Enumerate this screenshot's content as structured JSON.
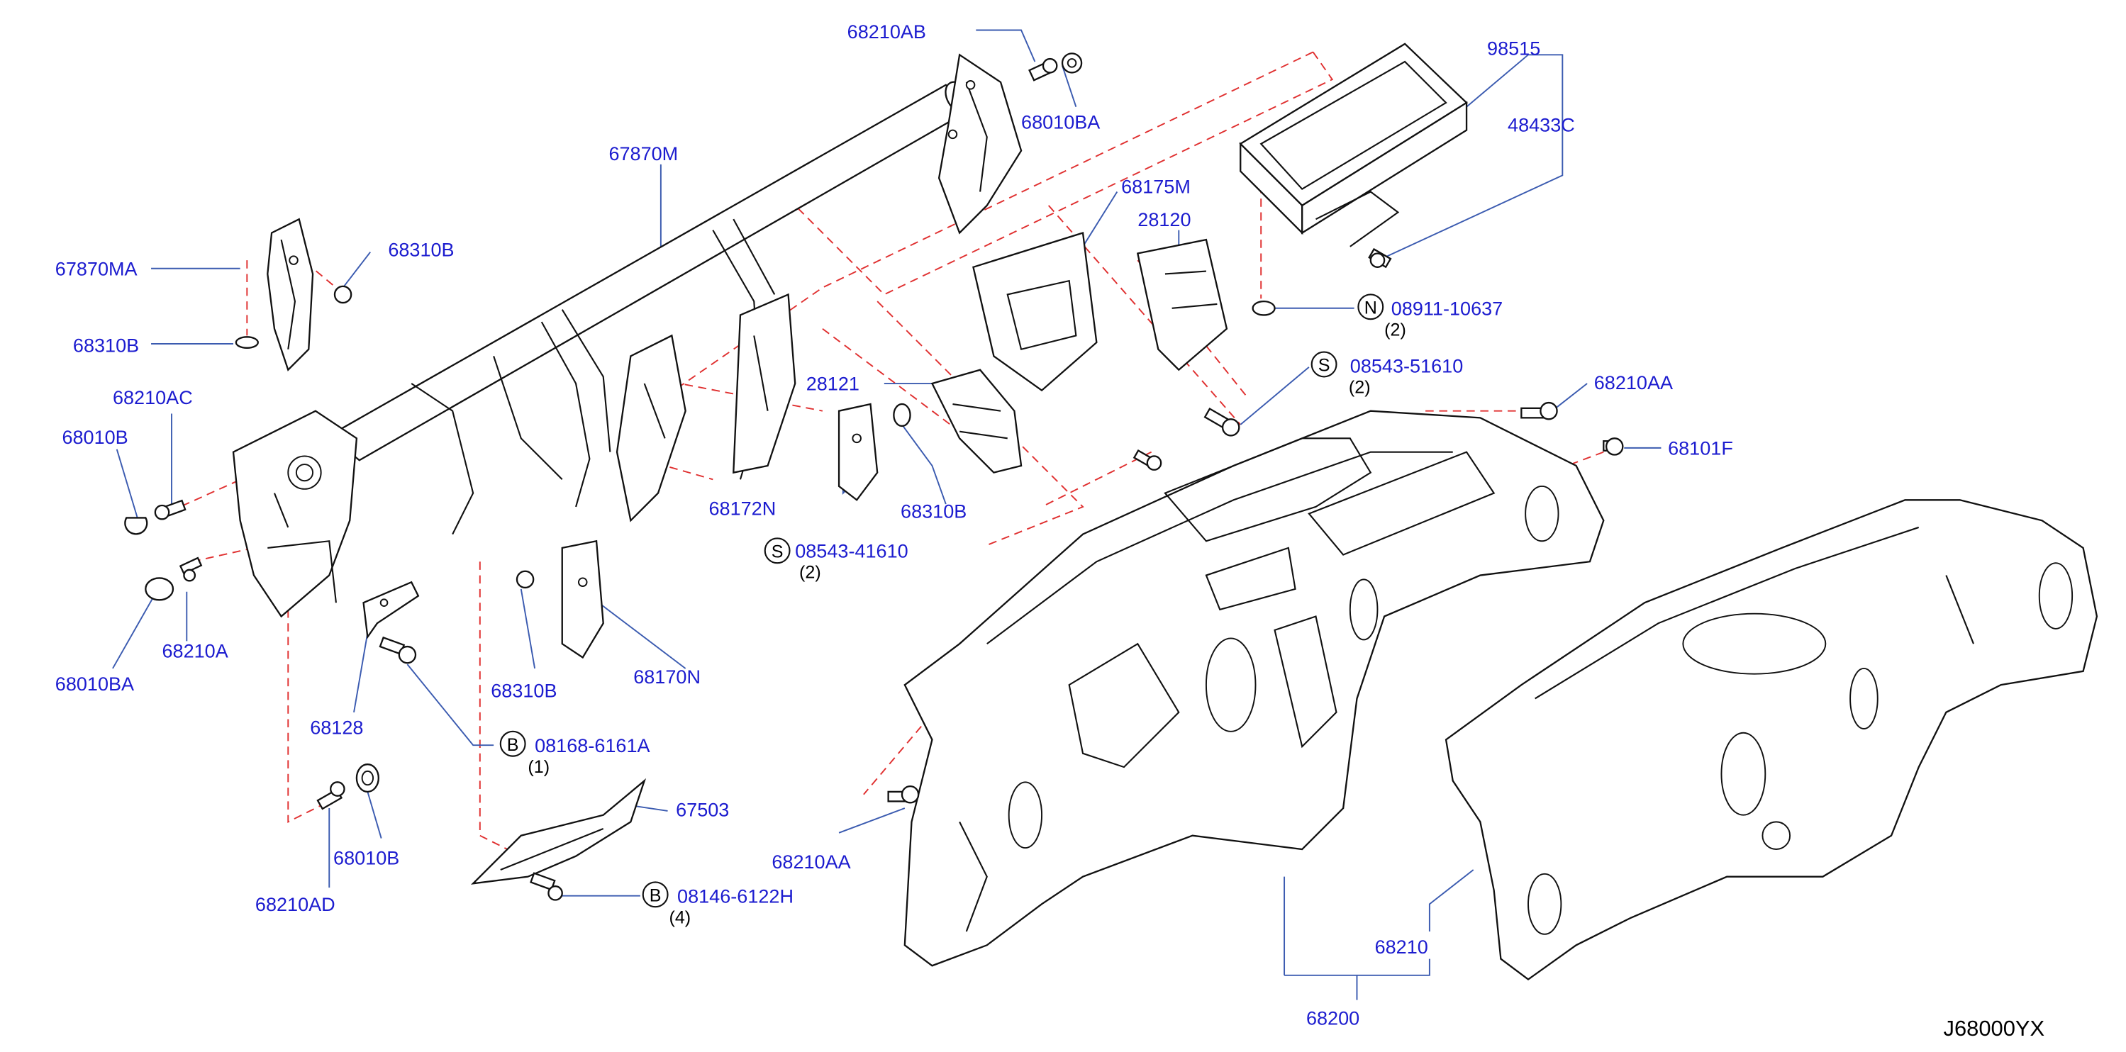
{
  "diagram_id": "J68000YX",
  "labels": {
    "p68210AB": "68210AB",
    "p68010BA_top": "68010BA",
    "p98515": "98515",
    "p48433C": "48433C",
    "p67870M": "67870M",
    "p68175M": "68175M",
    "p28120": "28120",
    "p67870MA": "67870MA",
    "p68310B_a": "68310B",
    "p68310B_b": "68310B",
    "p68210AC": "68210AC",
    "p68010B_left": "68010B",
    "p28121": "28121",
    "p68172N": "68172N",
    "p68310B_c": "68310B",
    "p08543_1610": "08543-41610",
    "p68210A": "68210A",
    "p68010BA_left": "68010BA",
    "p68310B_d": "68310B",
    "p68170N": "68170N",
    "p68128": "68128",
    "p08168": "08168-6161A",
    "p67503": "67503",
    "p68010B_bottom": "68010B",
    "p68210AD": "68210AD",
    "p08146": "08146-6122H",
    "p68210AA_right": "68210AA",
    "p68101F": "68101F",
    "p08911": "08911-10637",
    "p08543_51610": "08543-51610",
    "p68210AA_bottom": "68210AA",
    "p68210": "68210",
    "p68200": "68200"
  },
  "circle_letters": {
    "n": "N",
    "s_right": "S",
    "s_left": "S",
    "b_upper": "B",
    "b_lower": "B"
  },
  "quantities": {
    "q08911": "(2)",
    "q08543_51610": "(2)",
    "q08543_1610": "(2)",
    "q08168": "(1)",
    "q08146": "(4)"
  },
  "colors": {
    "label_text": "#1c1ccf",
    "leader_line": "#3b5bb0",
    "hidden_dashed_line": "#e03030",
    "part_outline": "#111111",
    "background": "#ffffff"
  }
}
